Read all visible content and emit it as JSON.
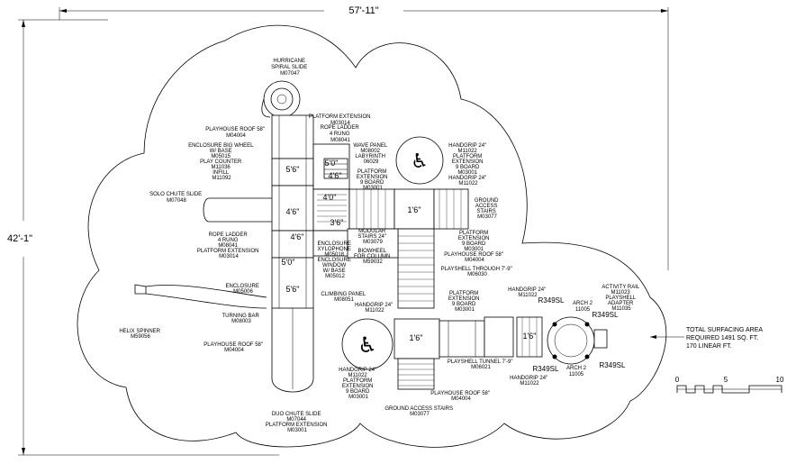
{
  "dimensions": {
    "width_label": "57'-11\"",
    "height_label": "42'-1\""
  },
  "surfacing_note": [
    "TOTAL SURFACING AREA",
    "REQUIRED 1491 SQ. FT.",
    "170 LINEAR FT."
  ],
  "scale": {
    "ticks": [
      "0",
      "5",
      "10"
    ]
  },
  "module_dims": {
    "d1": "5'6\"",
    "d2": "5'0\"",
    "d3": "4'6\"",
    "d4": "4'0\"",
    "d5": "4'6\"",
    "d6": "3'6\"",
    "d7": "4'6\"",
    "d8": "5'0\"",
    "d9": "5'6\"",
    "d10": "1'6\"",
    "d11": "1'6\"",
    "d12": "1'6\""
  },
  "rail_labels": {
    "r1": "R349SL",
    "r2": "R349SL",
    "r3": "R349SL",
    "r4": "R349SL",
    "r5": "ARCH 2",
    "r6": "11005",
    "r7": "ARCH 2",
    "r8": "11005"
  },
  "labels": {
    "hurricane": [
      "HURRICANE",
      "SPIRAL SLIDE",
      "M07047"
    ],
    "platform_ext_top": [
      "PLATFORM EXTENSION",
      "M03014"
    ],
    "rope_ladder_top": [
      "ROPE LADDER",
      "4 RUNG",
      "M08041"
    ],
    "playhouse_roof_top": [
      "PLAYHOUSE ROOF 58\"",
      "M04004"
    ],
    "enclosure_big_wheel": [
      "ENCLOSURE BIG WHEEL",
      "W/ BASE",
      "M05015",
      "PLAY COUNTER",
      "M11036",
      "INFILL",
      "M11092"
    ],
    "wave_panel": [
      "WAVE PANEL",
      "M08002",
      "LABYRINTH",
      "06029"
    ],
    "platform_ext_9": [
      "PLATFORM",
      "EXTENSION",
      "9 BOARD",
      "M03001"
    ],
    "handgrip_right_top": [
      "HANDGRIP 24\"",
      "M11022",
      "PLATFORM",
      "EXTENSION",
      "9 BOARD",
      "M03001",
      "HANDGRIP 24\"",
      "M11022"
    ],
    "solo_chute": [
      "SOLO CHUTE SLIDE",
      "M07048"
    ],
    "ground_access_right": [
      "GROUND",
      "ACCESS",
      "STAIRS",
      "M03077"
    ],
    "rope_ladder_left": [
      "ROPE LADDER",
      "4 RUNG",
      "M08041",
      "PLATFORM EXTENSION",
      "M03014"
    ],
    "modular_stairs": [
      "MODULAR",
      "STAIRS 24\"",
      "M03079"
    ],
    "enclosure_xylo": [
      "ENCLOSURE",
      "XYLOPHONE",
      "M05018",
      "ENCLOSURE",
      "WINDOW",
      "W/ BASE",
      "M05012"
    ],
    "biowheel": [
      "BIOWHEEL",
      "FOR COLUMN",
      "M59032"
    ],
    "platform_ext_right2": [
      "PLATFORM",
      "EXTENSION",
      "9 BOARD",
      "M03001",
      "PLAYHOUSE ROOF 58\"",
      "M04004"
    ],
    "playshell_through": [
      "PLAYSHELL THROUGH 7'-9\"",
      "M06030"
    ],
    "enclosure_left": [
      "ENCLOSURE",
      "M05006"
    ],
    "climbing_panel": [
      "CLIMBING PANEL",
      "M08051"
    ],
    "activity_rail": [
      "ACTIVITY RAIL",
      "M11023",
      "PLAYSHELL",
      "ADAPTER",
      "M11035"
    ],
    "handgrip_mid_right": [
      "HANDGRIP 24\"",
      "M11022"
    ],
    "handgrip_center": [
      "HANDGRIP 24\"",
      "M11022"
    ],
    "platform_ext_center": [
      "PLATFORM",
      "EXTENSION",
      "9 BOARD",
      "M03001"
    ],
    "turning_bar": [
      "TURNING BAR",
      "M08003"
    ],
    "helix": [
      "HELIX SPINNER",
      "M59056"
    ],
    "playhouse_roof_left": [
      "PLAYHOUSE ROOF 58\"",
      "M04004"
    ],
    "handgrip_bottom_left": [
      "HANDGRIP 24\"",
      "M11022",
      "PLATFORM",
      "EXTENSION",
      "9 BOARD",
      "M03001"
    ],
    "playshell_tunnel": [
      "PLAYSHELL TUNNEL 7'-9\"",
      "M06021"
    ],
    "handgrip_bottom_right": [
      "HANDGRIP 24\"",
      "M11022"
    ],
    "playhouse_roof_bottom": [
      "PLAYHOUSE ROOF 58\"",
      "M04004"
    ],
    "ground_access_bottom": [
      "GROUND ACCESS STAIRS",
      "M03077"
    ],
    "duo_chute": [
      "DUO CHUTE SLIDE",
      "M07044",
      "PLATFORM EXTENSION",
      "M03001"
    ]
  }
}
